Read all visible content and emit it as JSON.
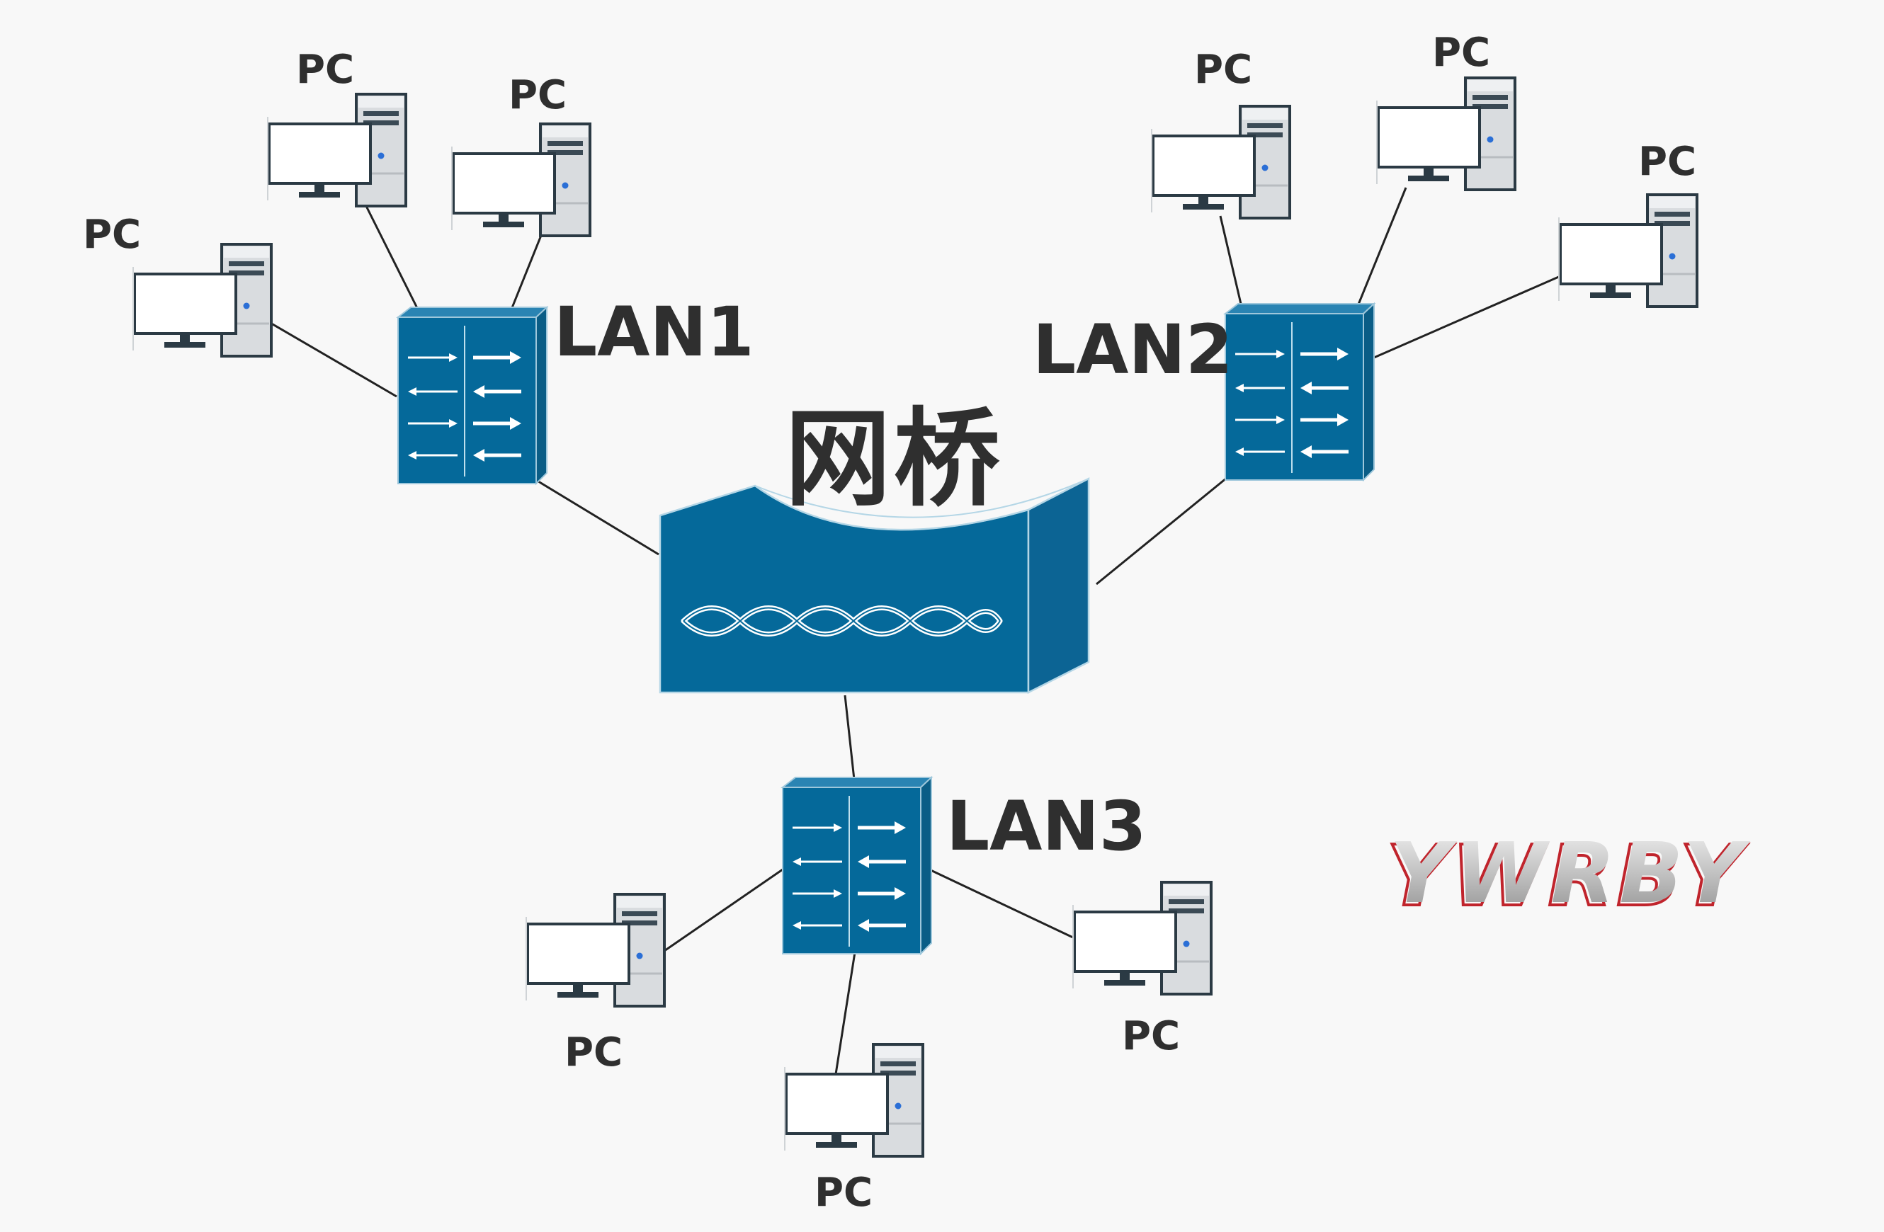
{
  "bridge": {
    "label": "网桥"
  },
  "lans": [
    {
      "label": "LAN1",
      "pcs": [
        "PC",
        "PC",
        "PC"
      ]
    },
    {
      "label": "LAN2",
      "pcs": [
        "PC",
        "PC",
        "PC"
      ]
    },
    {
      "label": "LAN3",
      "pcs": [
        "PC",
        "PC",
        "PC"
      ]
    }
  ],
  "watermark": {
    "text": "YWRBY"
  },
  "colors": {
    "device_blue": "#05699a",
    "line": "#222222",
    "label": "#2f2f2f",
    "watermark_red": "#c0242c"
  },
  "icons": [
    "switch-icon",
    "bridge-icon",
    "pc-icon"
  ]
}
